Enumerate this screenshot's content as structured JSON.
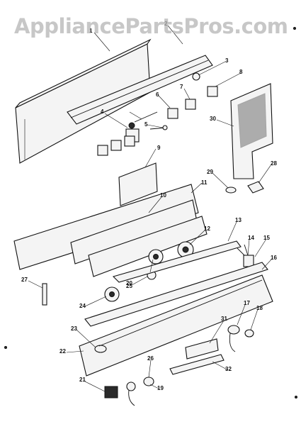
{
  "watermark": "AppliancePartsPros.com",
  "callouts": [
    "1",
    "2",
    "3",
    "4",
    "5",
    "6",
    "7",
    "8",
    "9",
    "10",
    "11",
    "12",
    "13",
    "14",
    "15",
    "16",
    "17",
    "18",
    "19",
    "20",
    "21",
    "22",
    "23",
    "24",
    "25",
    "26",
    "27",
    "28",
    "29",
    "30",
    "31",
    "32"
  ],
  "colors": {
    "ink": "#111111",
    "paper": "#ffffff",
    "watermark": "#b4b4b4"
  }
}
